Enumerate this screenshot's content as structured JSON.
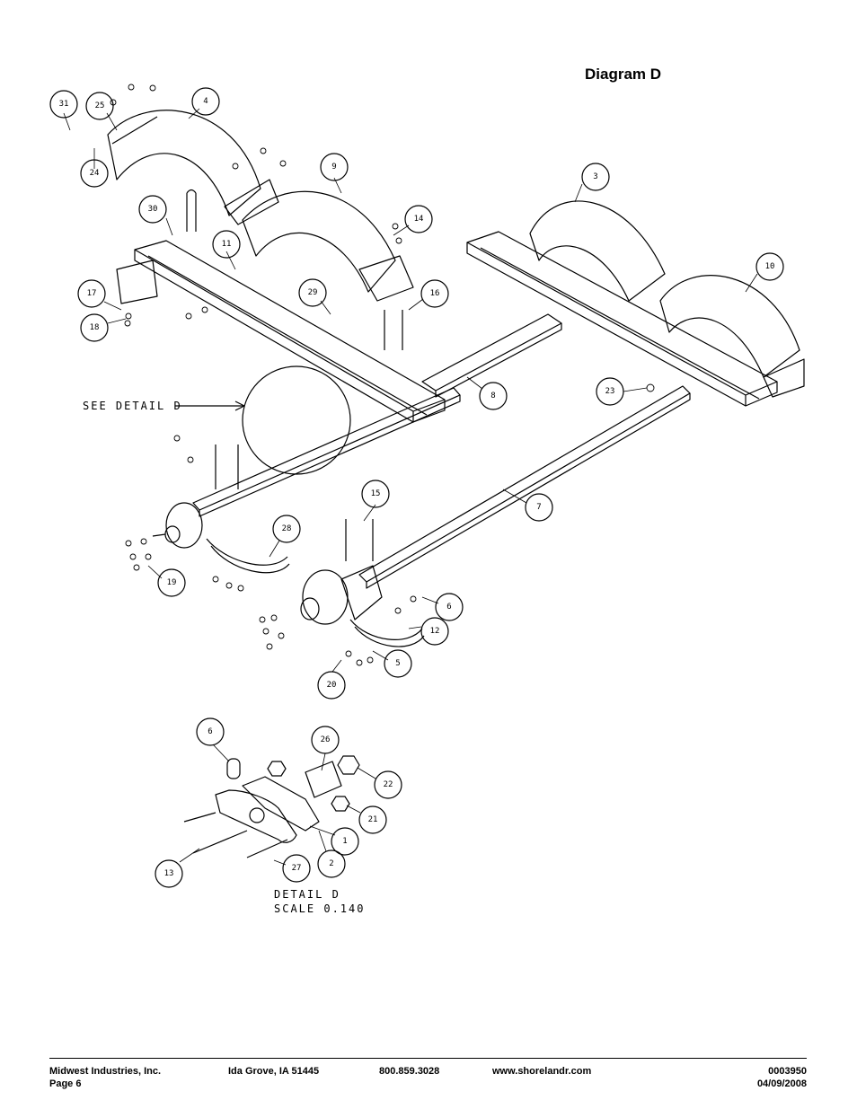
{
  "page": {
    "title": "Diagram D"
  },
  "drawing": {
    "detail_note": "SEE DETAIL D",
    "detail_caption_line1": "DETAIL D",
    "detail_caption_line2": "SCALE 0.140",
    "callouts": [
      {
        "id": "31"
      },
      {
        "id": "25"
      },
      {
        "id": "4"
      },
      {
        "id": "24"
      },
      {
        "id": "9"
      },
      {
        "id": "30"
      },
      {
        "id": "14"
      },
      {
        "id": "3"
      },
      {
        "id": "11"
      },
      {
        "id": "10"
      },
      {
        "id": "17"
      },
      {
        "id": "29"
      },
      {
        "id": "16"
      },
      {
        "id": "18"
      },
      {
        "id": "23"
      },
      {
        "id": "8"
      },
      {
        "id": "15"
      },
      {
        "id": "7"
      },
      {
        "id": "28"
      },
      {
        "id": "19"
      },
      {
        "id": "6"
      },
      {
        "id": "12"
      },
      {
        "id": "5"
      },
      {
        "id": "20"
      },
      {
        "id": "6"
      },
      {
        "id": "26"
      },
      {
        "id": "22"
      },
      {
        "id": "21"
      },
      {
        "id": "1"
      },
      {
        "id": "13"
      },
      {
        "id": "27"
      },
      {
        "id": "2"
      }
    ]
  },
  "footer": {
    "company": "Midwest Industries, Inc.",
    "page": "Page 6",
    "city": "Ida Grove, IA  51445",
    "phone": "800.859.3028",
    "website": "www.shorelandr.com",
    "doc_number": "0003950",
    "date": "04/09/2008"
  }
}
